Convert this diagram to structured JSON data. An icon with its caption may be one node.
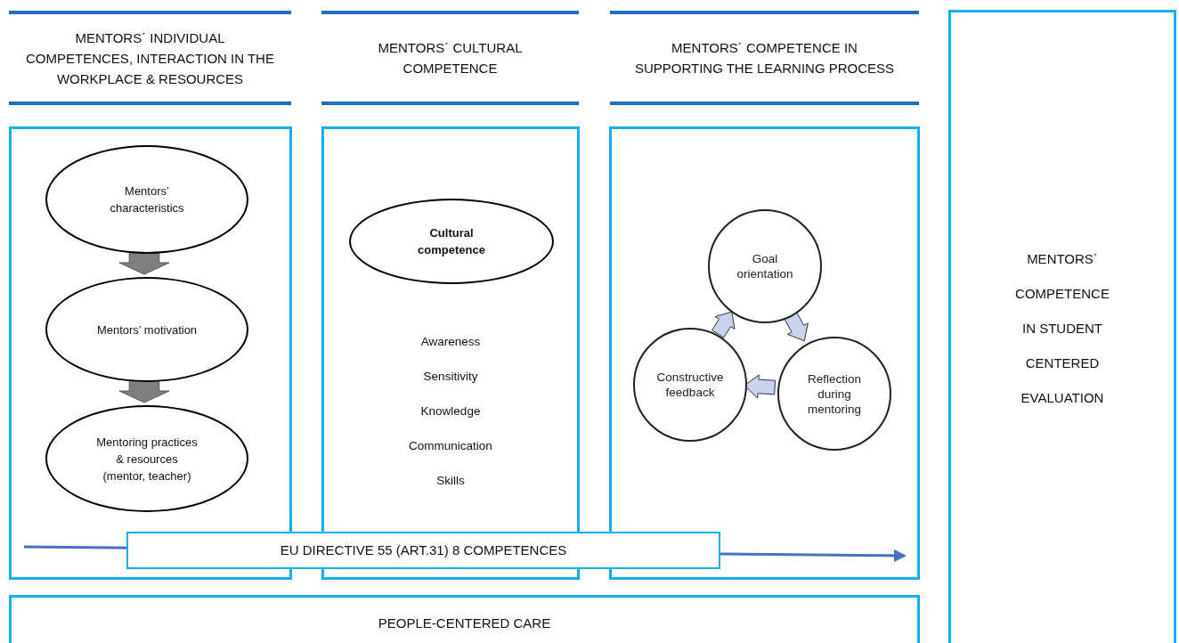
{
  "diagram": {
    "nodes": [
      {
        "text": [
          "MENTORS´ INDIVIDUAL COMPETENCES, INTERACTION IN THE WORKPLACE & RESOURCES"
        ]
      },
      {
        "text": [
          "MENTORS´ CULTURAL COMPETENCE"
        ]
      },
      {
        "text": [
          "MENTORS´ COMPETENCE IN SUPPORTING THE LEARNING PROCESS"
        ]
      },
      {
        "text": [],
        "shape": "box"
      },
      {
        "text": [
          "Mentors’ characteristics"
        ],
        "in": 3
      },
      {
        "text": [
          "Mentors’ motivation"
        ],
        "in": 3
      },
      {
        "text": [
          "Mentoring practices & resources (mentor, teacher)"
        ],
        "in": 3
      },
      {
        "text": [
          "Awareness",
          "Sensitivity",
          "Knowledge",
          "Communication",
          "Skills"
        ]
      },
      {
        "text": [
          "Cultural competence"
        ],
        "in": 7
      },
      {
        "text": [],
        "shape": "box"
      },
      {
        "text": [
          "Goal orientation"
        ],
        "in": 9
      },
      {
        "text": [
          "Reflection during mentoring"
        ],
        "in": 9
      },
      {
        "text": [
          "Constructive feedback"
        ],
        "in": 9
      },
      {
        "text": [
          "MENTORS´ COMPETENCE IN STUDENT CENTERED EVALUATION"
        ]
      },
      {
        "text": [
          "EU DIRECTIVE 55 (ART.31) 8 COMPETENCES"
        ]
      },
      {
        "text": [
          "PEOPLE-CENTERED CARE"
        ]
      }
    ],
    "edges": [
      {
        "from": 4,
        "to": 5,
        "arrow": "to",
        "color": "#7f7f7f"
      },
      {
        "from": 5,
        "to": 6,
        "arrow": "to",
        "color": "#7f7f7f"
      },
      {
        "from": 10,
        "to": 11,
        "arrow": "to"
      },
      {
        "from": 11,
        "to": 12,
        "arrow": "to"
      },
      {
        "from": 12,
        "to": 10,
        "arrow": "to"
      }
    ]
  }
}
